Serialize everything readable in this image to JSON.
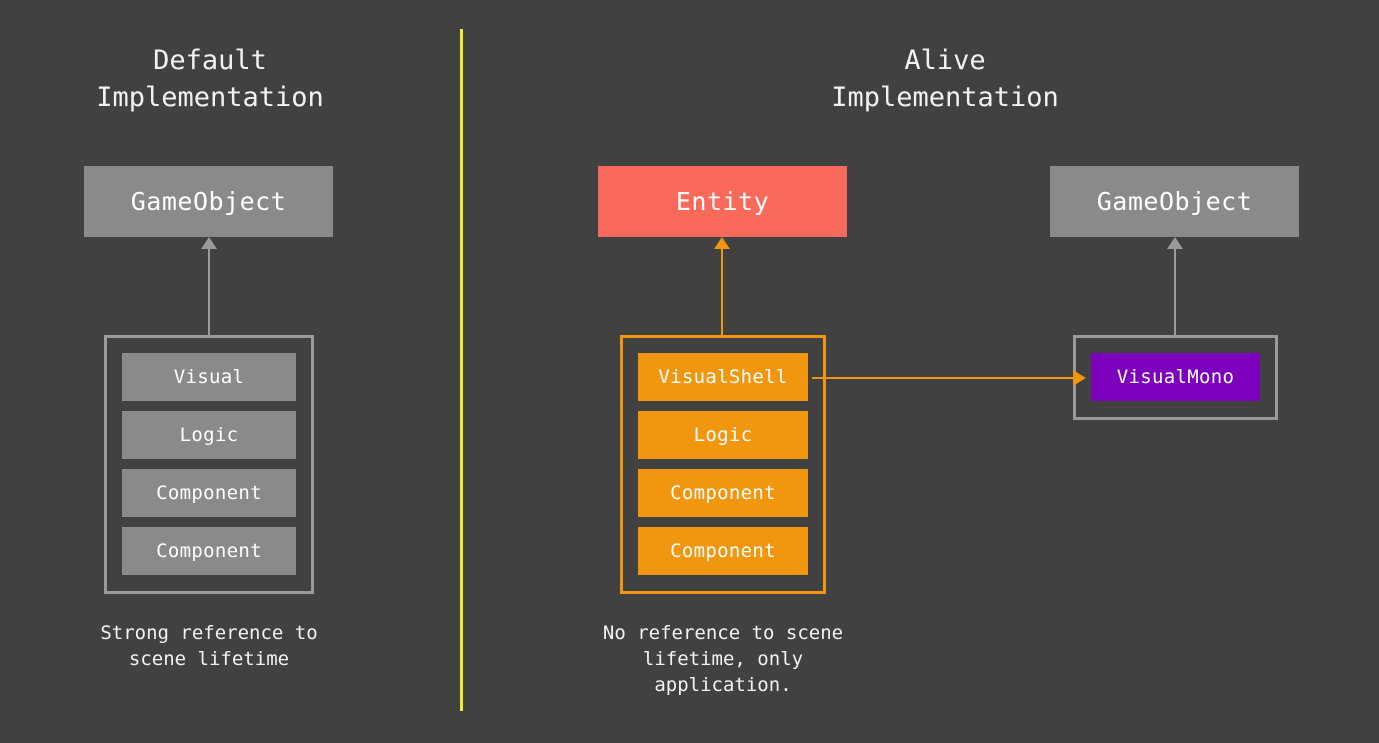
{
  "diagram": {
    "background_color": "#414141",
    "divider": {
      "name": "vertical-divider",
      "color": "#eeee22"
    },
    "panels": [
      {
        "id": "default",
        "title": "Default\nImplementation",
        "head_box": {
          "label": "GameObject",
          "color": "#8a8a8a"
        },
        "container": {
          "border_color": "#9a9a9a",
          "slots": [
            {
              "label": "Visual",
              "color": "#8a8a8a"
            },
            {
              "label": "Logic",
              "color": "#8a8a8a"
            },
            {
              "label": "Component",
              "color": "#8a8a8a"
            },
            {
              "label": "Component",
              "color": "#8a8a8a"
            }
          ]
        },
        "caption": "Strong reference to\nscene lifetime"
      },
      {
        "id": "alive",
        "title": "Alive\nImplementation",
        "head_box": {
          "label": "Entity",
          "color": "#fa6a5a"
        },
        "container": {
          "border_color": "#f0960f",
          "slots": [
            {
              "label": "VisualShell",
              "color": "#f0960f"
            },
            {
              "label": "Logic",
              "color": "#f0960f"
            },
            {
              "label": "Component",
              "color": "#f0960f"
            },
            {
              "label": "Component",
              "color": "#f0960f"
            }
          ]
        },
        "caption": "No reference to scene\nlifetime, only\napplication."
      },
      {
        "id": "mono",
        "head_box": {
          "label": "GameObject",
          "color": "#8a8a8a"
        },
        "container": {
          "border_color": "#9a9a9a",
          "slots": [
            {
              "label": "VisualMono",
              "color": "#7d00bd"
            }
          ]
        }
      }
    ],
    "arrows": {
      "inheritance_left": "arrow-up-gray",
      "inheritance_mid": "arrow-up-orange",
      "inheritance_right": "arrow-up-gray",
      "link_shell_to_mono": "arrow-right-orange"
    }
  }
}
